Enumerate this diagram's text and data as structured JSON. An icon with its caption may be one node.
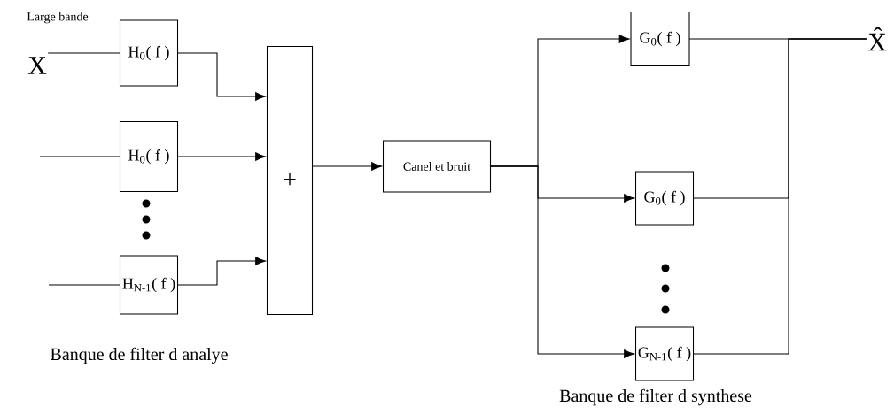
{
  "diagram": {
    "nodes": [
      {
        "text": [
          "H$_{0}$( f )"
        ]
      },
      {
        "text": [
          "H$_{0}$( f )"
        ]
      },
      {
        "text": [
          "H$_{N-1}$( f )"
        ]
      },
      {
        "text": [
          "+"
        ]
      },
      {
        "text": [
          "Canel et bruit"
        ]
      },
      {
        "text": [
          "G$_{0}$( f )"
        ]
      },
      {
        "text": [
          "G$_{0}$( f )"
        ]
      },
      {
        "text": [
          "G$_{N-1}$( f )"
        ]
      },
      {
        "text": [
          "X̂"
        ]
      },
      {
        "text": [
          "X"
        ]
      }
    ],
    "edges": [
      {
        "from": 9,
        "to": 0,
        "arrow": "none"
      },
      {
        "from": null,
        "to": 1,
        "arrow": "none"
      },
      {
        "from": null,
        "to": 2,
        "arrow": "none"
      },
      {
        "from": 0,
        "to": 3,
        "arrow": "to"
      },
      {
        "from": 1,
        "to": 3,
        "arrow": "to"
      },
      {
        "from": 2,
        "to": 3,
        "arrow": "to"
      },
      {
        "from": 3,
        "to": 4,
        "arrow": "to"
      },
      {
        "from": 4,
        "to": 5,
        "arrow": "to"
      },
      {
        "from": 4,
        "to": 6,
        "arrow": "to"
      },
      {
        "from": 4,
        "to": 7,
        "arrow": "to"
      },
      {
        "from": 5,
        "to": 8,
        "arrow": "none"
      },
      {
        "from": 6,
        "to": 8,
        "arrow": "none"
      },
      {
        "from": 7,
        "to": 8,
        "arrow": "none"
      }
    ],
    "labels": [
      "Large bande",
      "Banque de filter d analye",
      "Banque de filter d synthese"
    ]
  }
}
